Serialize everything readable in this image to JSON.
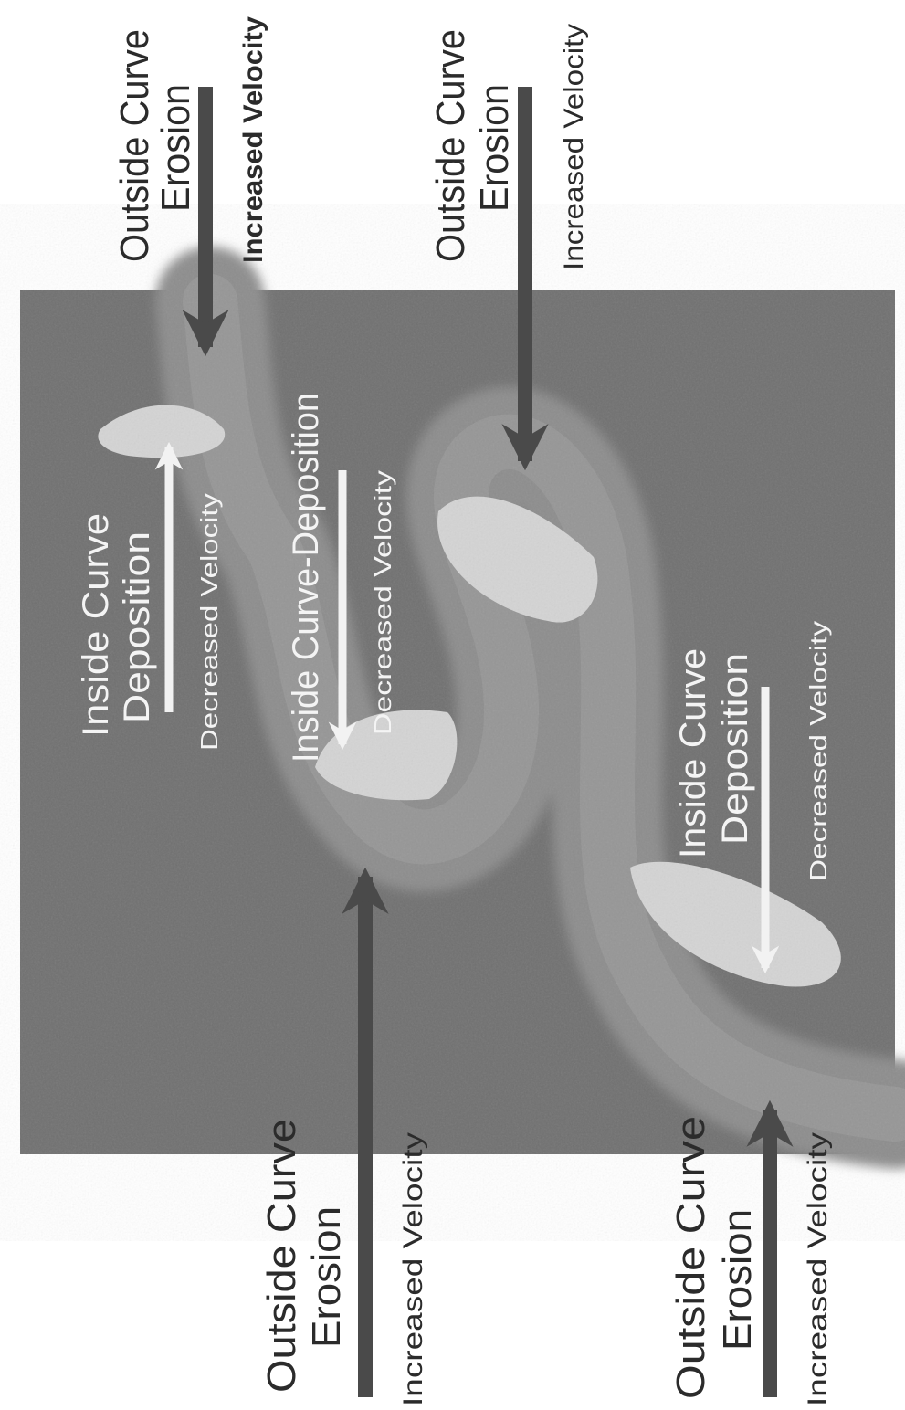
{
  "palette": {
    "background": "#6e6e6e",
    "water_dark": "#5b5b5b",
    "river_channel": "#8a8a8a",
    "sediment": "#d6d6d6",
    "arrow_dark": "#4a4a4a",
    "arrow_light": "#f2f2f2",
    "label_dark": "#2b2b2b",
    "label_light": "#f4f4f4"
  },
  "outside_labels": [
    {
      "line1": "Outside Curve",
      "line2": "Erosion",
      "velocity": "Increased Velocity"
    },
    {
      "line1": "Outside Curve",
      "line2": "Erosion",
      "velocity": "Increased Velocity"
    },
    {
      "line1": "Outside Curve",
      "line2": "Erosion",
      "velocity": "Increased Velocity"
    },
    {
      "line1": "Outside Curve",
      "line2": "Erosion",
      "velocity": "Increased Velocity"
    }
  ],
  "inside_labels": [
    {
      "line1": "Inside Curve",
      "line2": "Deposition",
      "velocity": "Decreased Velocity"
    },
    {
      "line1": "Inside Curve-Deposition",
      "velocity": "Decreased Velocity"
    },
    {
      "line1": "Inside Curve",
      "line2": "Deposition",
      "velocity": "Decreased Velocity"
    }
  ]
}
